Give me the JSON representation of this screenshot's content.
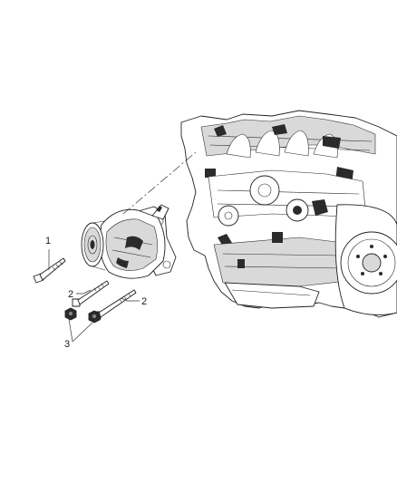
{
  "callouts": [
    {
      "label": "1"
    },
    {
      "label": "2"
    },
    {
      "label": "2"
    },
    {
      "label": "3"
    }
  ],
  "colors": {
    "background": "#ffffff",
    "ink": "#1f1f1f"
  }
}
